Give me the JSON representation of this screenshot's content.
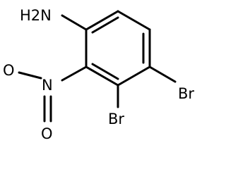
{
  "molecule": {
    "labels": {
      "amine": "H2N",
      "nitro_oxygen_top": "O",
      "nitro_nitrogen": "N",
      "nitro_oxygen_bottom": "O",
      "bromine_right": "Br",
      "bromine_bottom": "Br"
    }
  }
}
